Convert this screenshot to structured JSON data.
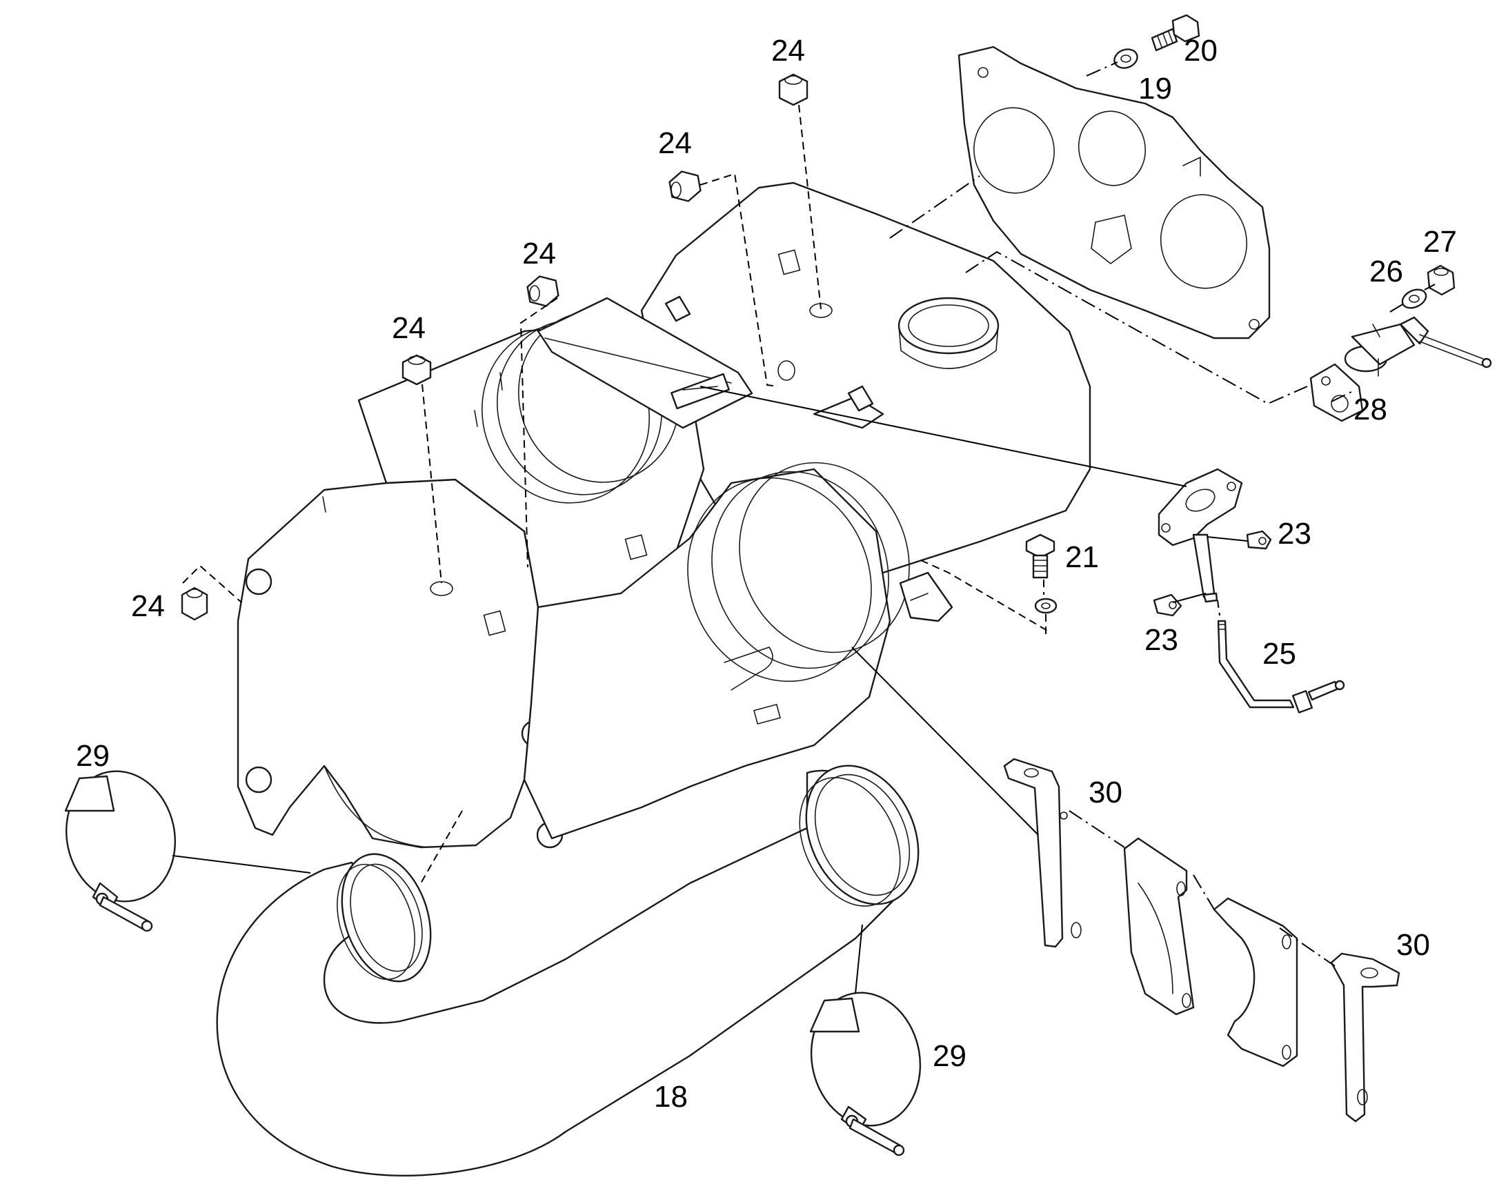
{
  "callouts": {
    "c18": "18",
    "c19": "19",
    "c20": "20",
    "c21": "21",
    "c23a": "23",
    "c23b": "23",
    "c24a": "24",
    "c24b": "24",
    "c24c": "24",
    "c24d": "24",
    "c24e": "24",
    "c25": "25",
    "c26": "26",
    "c27": "27",
    "c28": "28",
    "c29a": "29",
    "c29b": "29",
    "c30a": "30",
    "c30b": "30"
  },
  "style": {
    "line_color": "#1a1a1a",
    "background": "#ffffff"
  }
}
